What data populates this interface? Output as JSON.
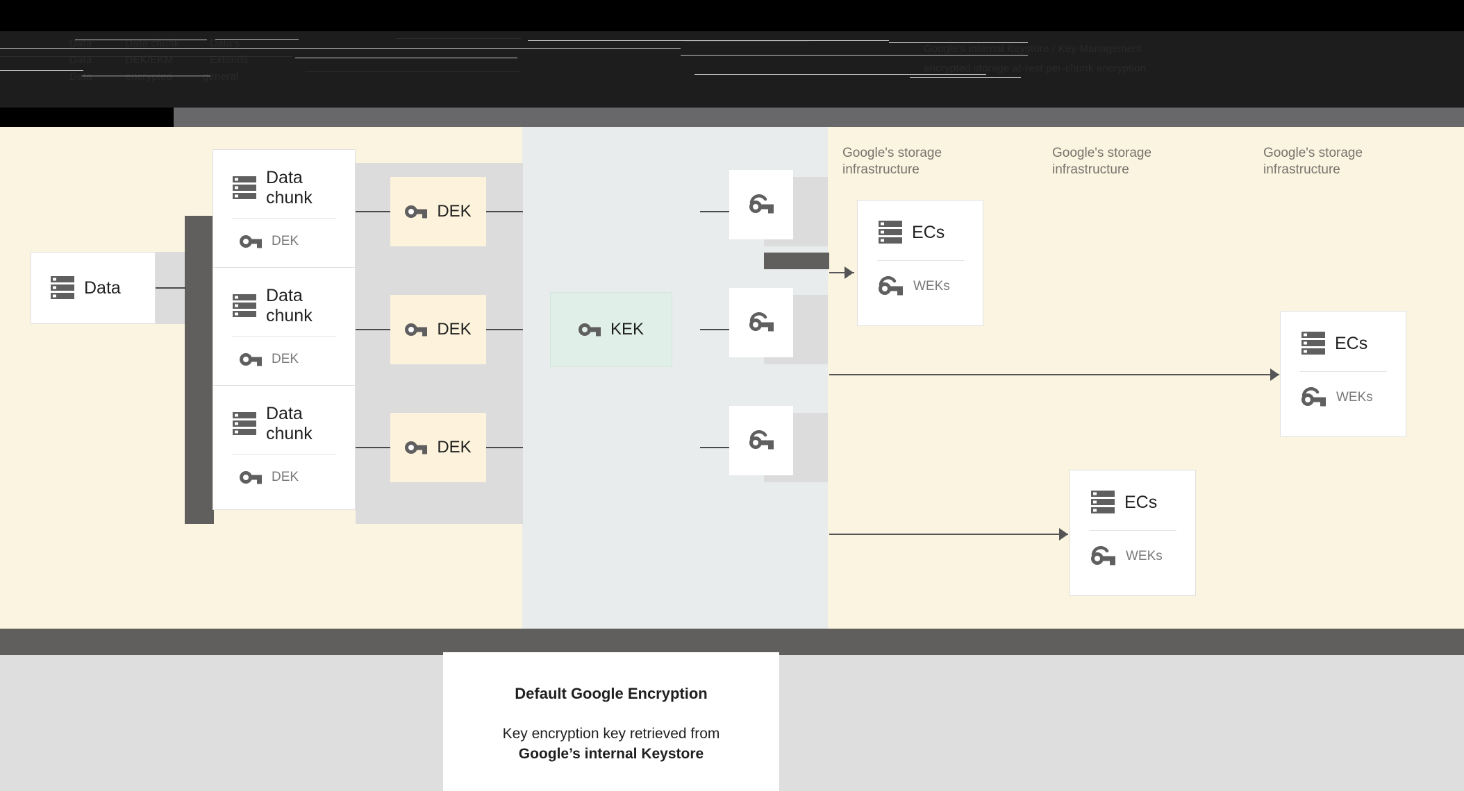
{
  "banner": {
    "note": "obscured dark text row",
    "ghost_lines": [
      "Data           Data chunk          Data's",
      "Data           DEK/EKM            Extends",
      "Data           encrypted          general"
    ],
    "ghost_right": [
      "Google's internal Keystore / Key Management",
      "encrypted storage at-rest per-chunk encryption"
    ]
  },
  "diagram": {
    "source": {
      "label": "Data",
      "icon": "storage-icon"
    },
    "chunks": [
      {
        "title_line1": "Data",
        "title_line2": "chunk",
        "key_label": "DEK",
        "icon": "storage-icon",
        "key_icon": "key-icon"
      },
      {
        "title_line1": "Data",
        "title_line2": "chunk",
        "key_label": "DEK",
        "icon": "storage-icon",
        "key_icon": "key-icon"
      },
      {
        "title_line1": "Data",
        "title_line2": "chunk",
        "key_label": "DEK",
        "icon": "storage-icon",
        "key_icon": "key-icon"
      }
    ],
    "deks": [
      {
        "label": "DEK",
        "icon": "key-icon"
      },
      {
        "label": "DEK",
        "icon": "key-icon"
      },
      {
        "label": "DEK",
        "icon": "key-icon"
      }
    ],
    "kek": {
      "label": "KEK",
      "icon": "key-icon"
    },
    "wrapped_keys": [
      {
        "icon": "wrapped-key-icon"
      },
      {
        "icon": "wrapped-key-icon"
      },
      {
        "icon": "wrapped-key-icon"
      }
    ],
    "infra_labels": [
      "Google's storage\ninfrastructure",
      "Google's storage\ninfrastructure",
      "Google's storage\ninfrastructure"
    ],
    "ec_cards": [
      {
        "title": "ECs",
        "key_label": "WEKs",
        "icon": "storage-icon",
        "key_icon": "wrapped-key-icon"
      },
      {
        "title": "ECs",
        "key_label": "WEKs",
        "icon": "storage-icon",
        "key_icon": "wrapped-key-icon"
      },
      {
        "title": "ECs",
        "key_label": "WEKs",
        "icon": "storage-icon",
        "key_icon": "wrapped-key-icon"
      }
    ]
  },
  "caption": {
    "title": "Default Google Encryption",
    "line1": "Key encryption key retrieved from",
    "line2": "Google’s internal Keystore"
  },
  "colors": {
    "cream": "#FBF4E1",
    "kek_column": "#E8ECEC",
    "dek_fill": "#FDF3DC",
    "kek_fill": "#E0F0E8",
    "plate_grey": "#DCDCDC",
    "dark_grey": "#605F5E",
    "bottom_grey": "#DEDEDE",
    "icon_grey": "#5F5F5F"
  }
}
